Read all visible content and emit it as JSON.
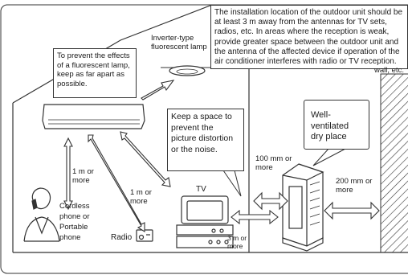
{
  "install_note": "The installation location of the outdoor unit should be at least 3 m away from the antennas for TV sets, radios, etc. In areas where the reception is weak, provide greater space between the outdoor unit and the antenna of the affected device if operation of the air conditioner interferes with radio or TV reception.",
  "lamp_label": "Inverter-type fluorescent lamp",
  "lamp_note": "To prevent the effects of a fluorescent lamp, keep as far apart as possible.",
  "tv_note": "Keep a space to prevent the picture distortion or the noise.",
  "dry_place": "Well-ventilated dry place",
  "wall_label": "wall, etc.",
  "dist_100mm": "100 mm or more",
  "dist_200mm": "200 mm or more",
  "dist_1m_left": "1 m or more",
  "dist_1m_center": "1 m or more",
  "dist_3m": "3 m or more",
  "tv_label": "TV",
  "radio_label": "Radio",
  "phone_label": "Cordless phone or Portable phone"
}
